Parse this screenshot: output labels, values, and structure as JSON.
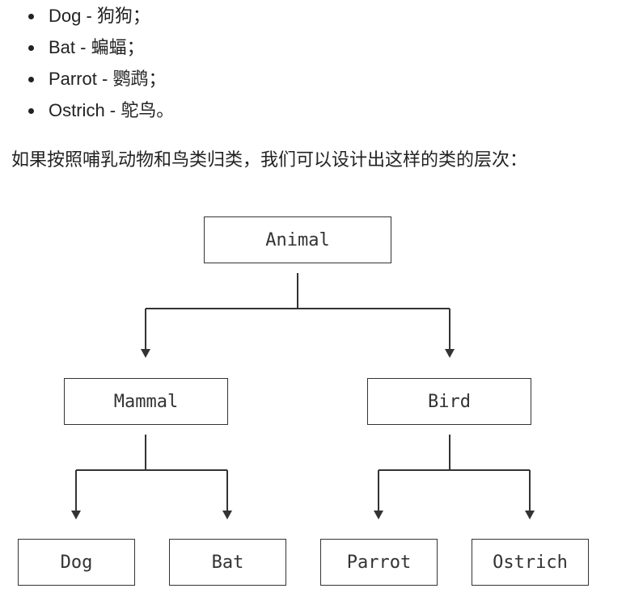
{
  "bullets": [
    {
      "text": "Dog - 狗狗；"
    },
    {
      "text": "Bat - 蝙蝠；"
    },
    {
      "text": "Parrot - 鹦鹉；"
    },
    {
      "text": "Ostrich - 鸵鸟。"
    }
  ],
  "intro": "如果按照哺乳动物和鸟类归类，我们可以设计出这样的类的层次：",
  "tree": {
    "root": "Animal",
    "mammal": "Mammal",
    "bird": "Bird",
    "dog": "Dog",
    "bat": "Bat",
    "parrot": "Parrot",
    "ostrich": "Ostrich"
  }
}
